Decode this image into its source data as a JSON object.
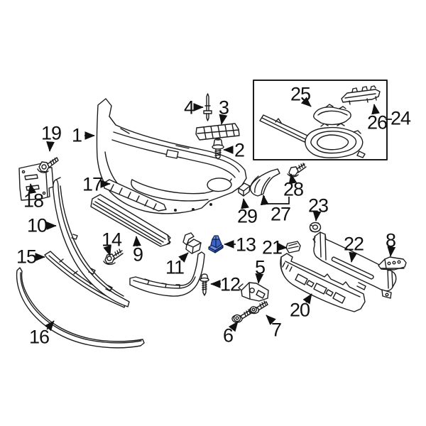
{
  "diagram": {
    "type": "exploded-parts-diagram",
    "subject": "front bumper assembly",
    "highlighted_callout": "13"
  },
  "colors": {
    "background": "#ffffff",
    "line": "#1c1c1c",
    "label": "#111111",
    "highlight_fill": "#3a63c4",
    "highlight_light": "#6e8ed9",
    "highlight_dark": "#24448f",
    "highlight_outline": "#0e2150"
  },
  "callouts": {
    "c1": "1",
    "c2": "2",
    "c3": "3",
    "c4": "4",
    "c5": "5",
    "c6": "6",
    "c7": "7",
    "c8": "8",
    "c9": "9",
    "c10": "10",
    "c11": "11",
    "c12": "12",
    "c13": "13",
    "c14": "14",
    "c15": "15",
    "c16": "16",
    "c17": "17",
    "c18": "18",
    "c19": "19",
    "c20": "20",
    "c21": "21",
    "c22": "22",
    "c23": "23",
    "c24": "24",
    "c25": "25",
    "c26": "26",
    "c27": "27",
    "c28": "28",
    "c29": "29"
  }
}
